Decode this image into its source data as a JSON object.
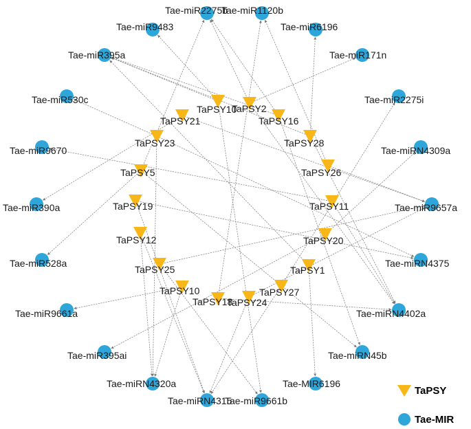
{
  "colors": {
    "mir": "#2ea6d9",
    "psy": "#f7b718",
    "edge": "#8a8a8a"
  },
  "legend": [
    {
      "shape": "triangle",
      "label": "TaPSY"
    },
    {
      "shape": "circle",
      "label": "Tae-MIR"
    }
  ],
  "mir_nodes": [
    {
      "id": "m2275b",
      "label": "Tae-miR2275b"
    },
    {
      "id": "m1120b",
      "label": "Tae-miR1120b"
    },
    {
      "id": "m9483",
      "label": "Tae-miR9483"
    },
    {
      "id": "m6196",
      "label": "Tae-miR6196"
    },
    {
      "id": "m395a",
      "label": "Tae-miR395a"
    },
    {
      "id": "m171n",
      "label": "Tae-miR171n"
    },
    {
      "id": "m530c",
      "label": "Tae-miR530c"
    },
    {
      "id": "m2275i",
      "label": "Tae-miR2275i"
    },
    {
      "id": "m9670",
      "label": "Tae-miR9670"
    },
    {
      "id": "n4309a",
      "label": "Tae-miRN4309a"
    },
    {
      "id": "m390a",
      "label": "Tae-miR390a"
    },
    {
      "id": "m9657a",
      "label": "Tae-miR9657a"
    },
    {
      "id": "m528a",
      "label": "Tae-miR528a"
    },
    {
      "id": "n4375",
      "label": "Tae-miRN4375"
    },
    {
      "id": "m9661a",
      "label": "Tae-miR9661a"
    },
    {
      "id": "n4402a",
      "label": "Tae-miRN4402a"
    },
    {
      "id": "m395ai",
      "label": "Tae-miR395ai"
    },
    {
      "id": "n45b",
      "label": "Tae-miRN45b"
    },
    {
      "id": "n4320a",
      "label": "Tae-miRN4320a"
    },
    {
      "id": "M6196",
      "label": "Tae-MIR6196"
    },
    {
      "id": "n4315",
      "label": "Tae-miRN4315"
    },
    {
      "id": "m9661b",
      "label": "Tae-miR9661b"
    }
  ],
  "psy_nodes": [
    {
      "id": "p10",
      "label": "TaPSY10"
    },
    {
      "id": "p2",
      "label": "TaPSY2"
    },
    {
      "id": "p21",
      "label": "TaPSY21"
    },
    {
      "id": "p16",
      "label": "TaPSY16"
    },
    {
      "id": "p23",
      "label": "TaPSY23"
    },
    {
      "id": "p28",
      "label": "TaPSY28"
    },
    {
      "id": "p5",
      "label": "TaPSY5"
    },
    {
      "id": "p26",
      "label": "TaPSY26"
    },
    {
      "id": "p19",
      "label": "TaPSY19"
    },
    {
      "id": "p11",
      "label": "TaPSY11"
    },
    {
      "id": "p12",
      "label": "TaPSY12"
    },
    {
      "id": "p20",
      "label": "TaPSY20"
    },
    {
      "id": "p25",
      "label": "TaPSY25"
    },
    {
      "id": "p1",
      "label": "TaPSY1"
    },
    {
      "id": "p10b",
      "label": "TaPSY10"
    },
    {
      "id": "p27",
      "label": "TaPSY27"
    },
    {
      "id": "p18",
      "label": "TaPSY18"
    },
    {
      "id": "p24",
      "label": "TaPSY24"
    }
  ],
  "edges": [
    [
      "p10",
      "m9483"
    ],
    [
      "p10",
      "m395a"
    ],
    [
      "p10",
      "m9661b"
    ],
    [
      "p2",
      "m2275b"
    ],
    [
      "p2",
      "m171n"
    ],
    [
      "p2",
      "n4402a"
    ],
    [
      "p21",
      "m390a"
    ],
    [
      "p21",
      "m9657a"
    ],
    [
      "p16",
      "m2275b"
    ],
    [
      "p16",
      "m395a"
    ],
    [
      "p16",
      "n45b"
    ],
    [
      "p23",
      "m530c"
    ],
    [
      "p23",
      "n4375"
    ],
    [
      "p23",
      "n4320a"
    ],
    [
      "p28",
      "m6196"
    ],
    [
      "p28",
      "m395a"
    ],
    [
      "p28",
      "n4402a"
    ],
    [
      "p5",
      "m528a"
    ],
    [
      "p5",
      "m2275b"
    ],
    [
      "p5",
      "n45b"
    ],
    [
      "p26",
      "m1120b"
    ],
    [
      "p26",
      "m9657a"
    ],
    [
      "p19",
      "n4315"
    ],
    [
      "p19",
      "n4375"
    ],
    [
      "p11",
      "m9670"
    ],
    [
      "p11",
      "n4402a"
    ],
    [
      "p12",
      "n4320a"
    ],
    [
      "p12",
      "n4315"
    ],
    [
      "p20",
      "m395ai"
    ],
    [
      "p20",
      "n4309a"
    ],
    [
      "p25",
      "m9661b"
    ],
    [
      "p25",
      "m9657a"
    ],
    [
      "p1",
      "M6196"
    ],
    [
      "p1",
      "m395a"
    ],
    [
      "p10b",
      "n4320a"
    ],
    [
      "p10b",
      "m9661a"
    ],
    [
      "p27",
      "n4315"
    ],
    [
      "p27",
      "m2275i"
    ],
    [
      "p18",
      "n4402a"
    ],
    [
      "p18",
      "m1120b"
    ],
    [
      "p24",
      "n4315"
    ],
    [
      "p24",
      "m9657a"
    ]
  ]
}
